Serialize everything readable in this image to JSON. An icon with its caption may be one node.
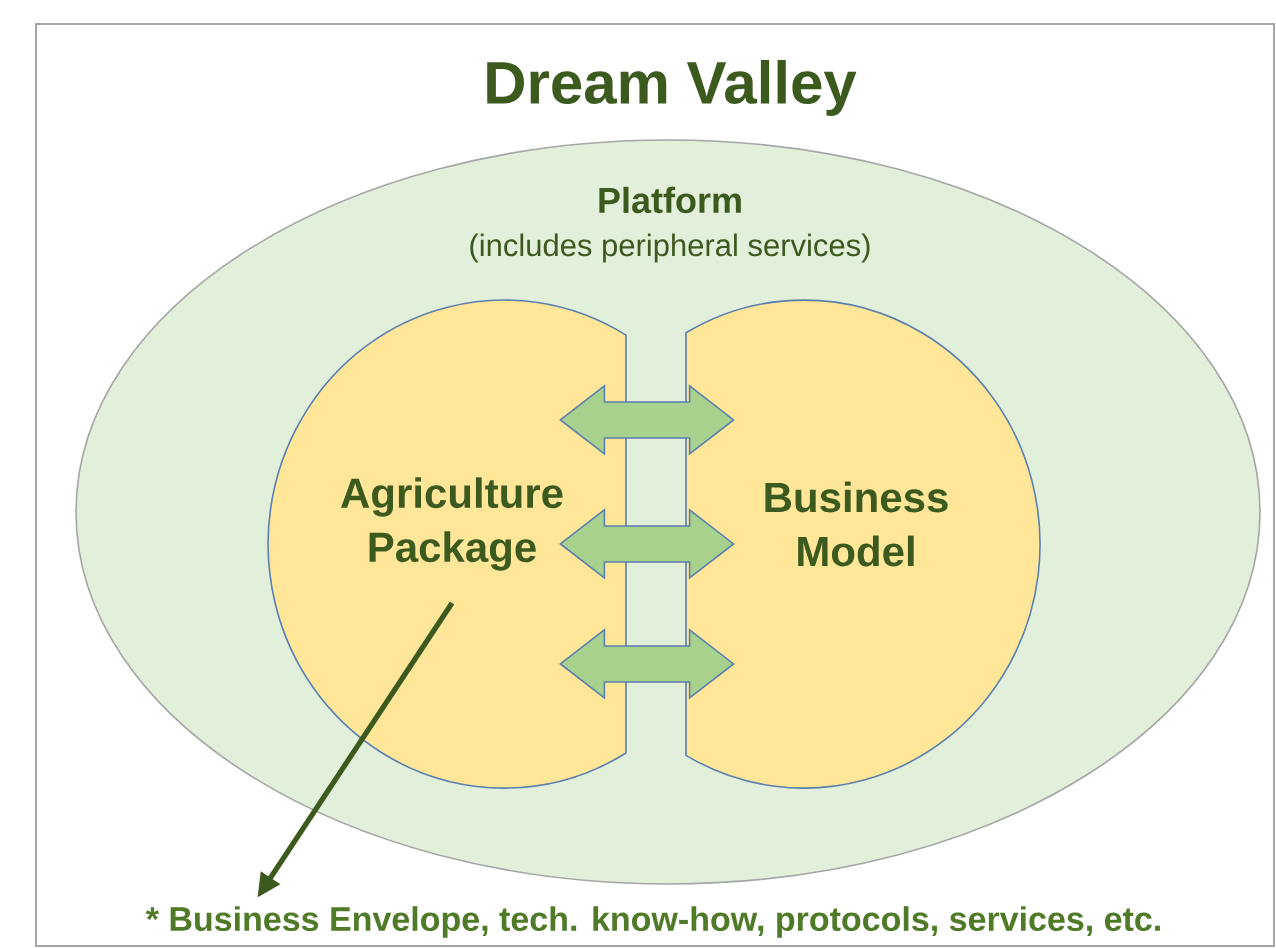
{
  "diagram": {
    "title": "Dream Valley",
    "nodes": [
      {
        "text": [
          "Platform",
          "(includes peripheral services)"
        ]
      },
      {
        "text": [
          "Agriculture Package"
        ],
        "in": 0
      },
      {
        "text": [
          "Business Model"
        ],
        "in": 0
      },
      {
        "text": [
          "* Business Envelope, tech. know-how, protocols, services, etc."
        ]
      }
    ],
    "edges": [
      {
        "from": 1,
        "to": 2,
        "arrow": "both"
      },
      {
        "from": 1,
        "to": 2,
        "arrow": "both"
      },
      {
        "from": 1,
        "to": 2,
        "arrow": "both"
      },
      {
        "from": 1,
        "to": 3,
        "arrow": "to",
        "color": "#3d5a1e"
      }
    ]
  }
}
